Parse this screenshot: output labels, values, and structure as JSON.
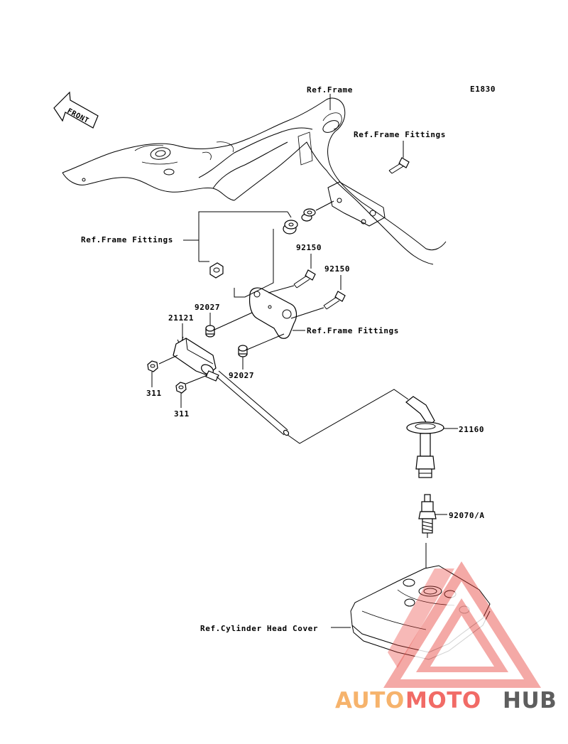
{
  "diagram_code": "E1830",
  "front_label": "FRONT",
  "callouts": {
    "ref_frame": "Ref.Frame",
    "ref_frame_fittings_top": "Ref.Frame Fittings",
    "ref_frame_fittings_left": "Ref.Frame Fittings",
    "ref_frame_fittings_mid": "Ref.Frame Fittings",
    "ref_cylinder_head_cover": "Ref.Cylinder Head Cover",
    "bolt_a": "92150",
    "bolt_b": "92150",
    "coil": "21121",
    "spacer_a": "92027",
    "spacer_b": "92027",
    "nut_a": "311",
    "nut_b": "311",
    "plug_cap": "21160",
    "spark_plug": "92070/A"
  },
  "watermark": {
    "part1": "AUTO",
    "part2": "MOTO",
    "part3": "HUB",
    "colors": {
      "auto": "#f5a34c",
      "moto": "#ee4b45",
      "hub": "#3b3b3b",
      "triangle": "#e8423b"
    }
  }
}
